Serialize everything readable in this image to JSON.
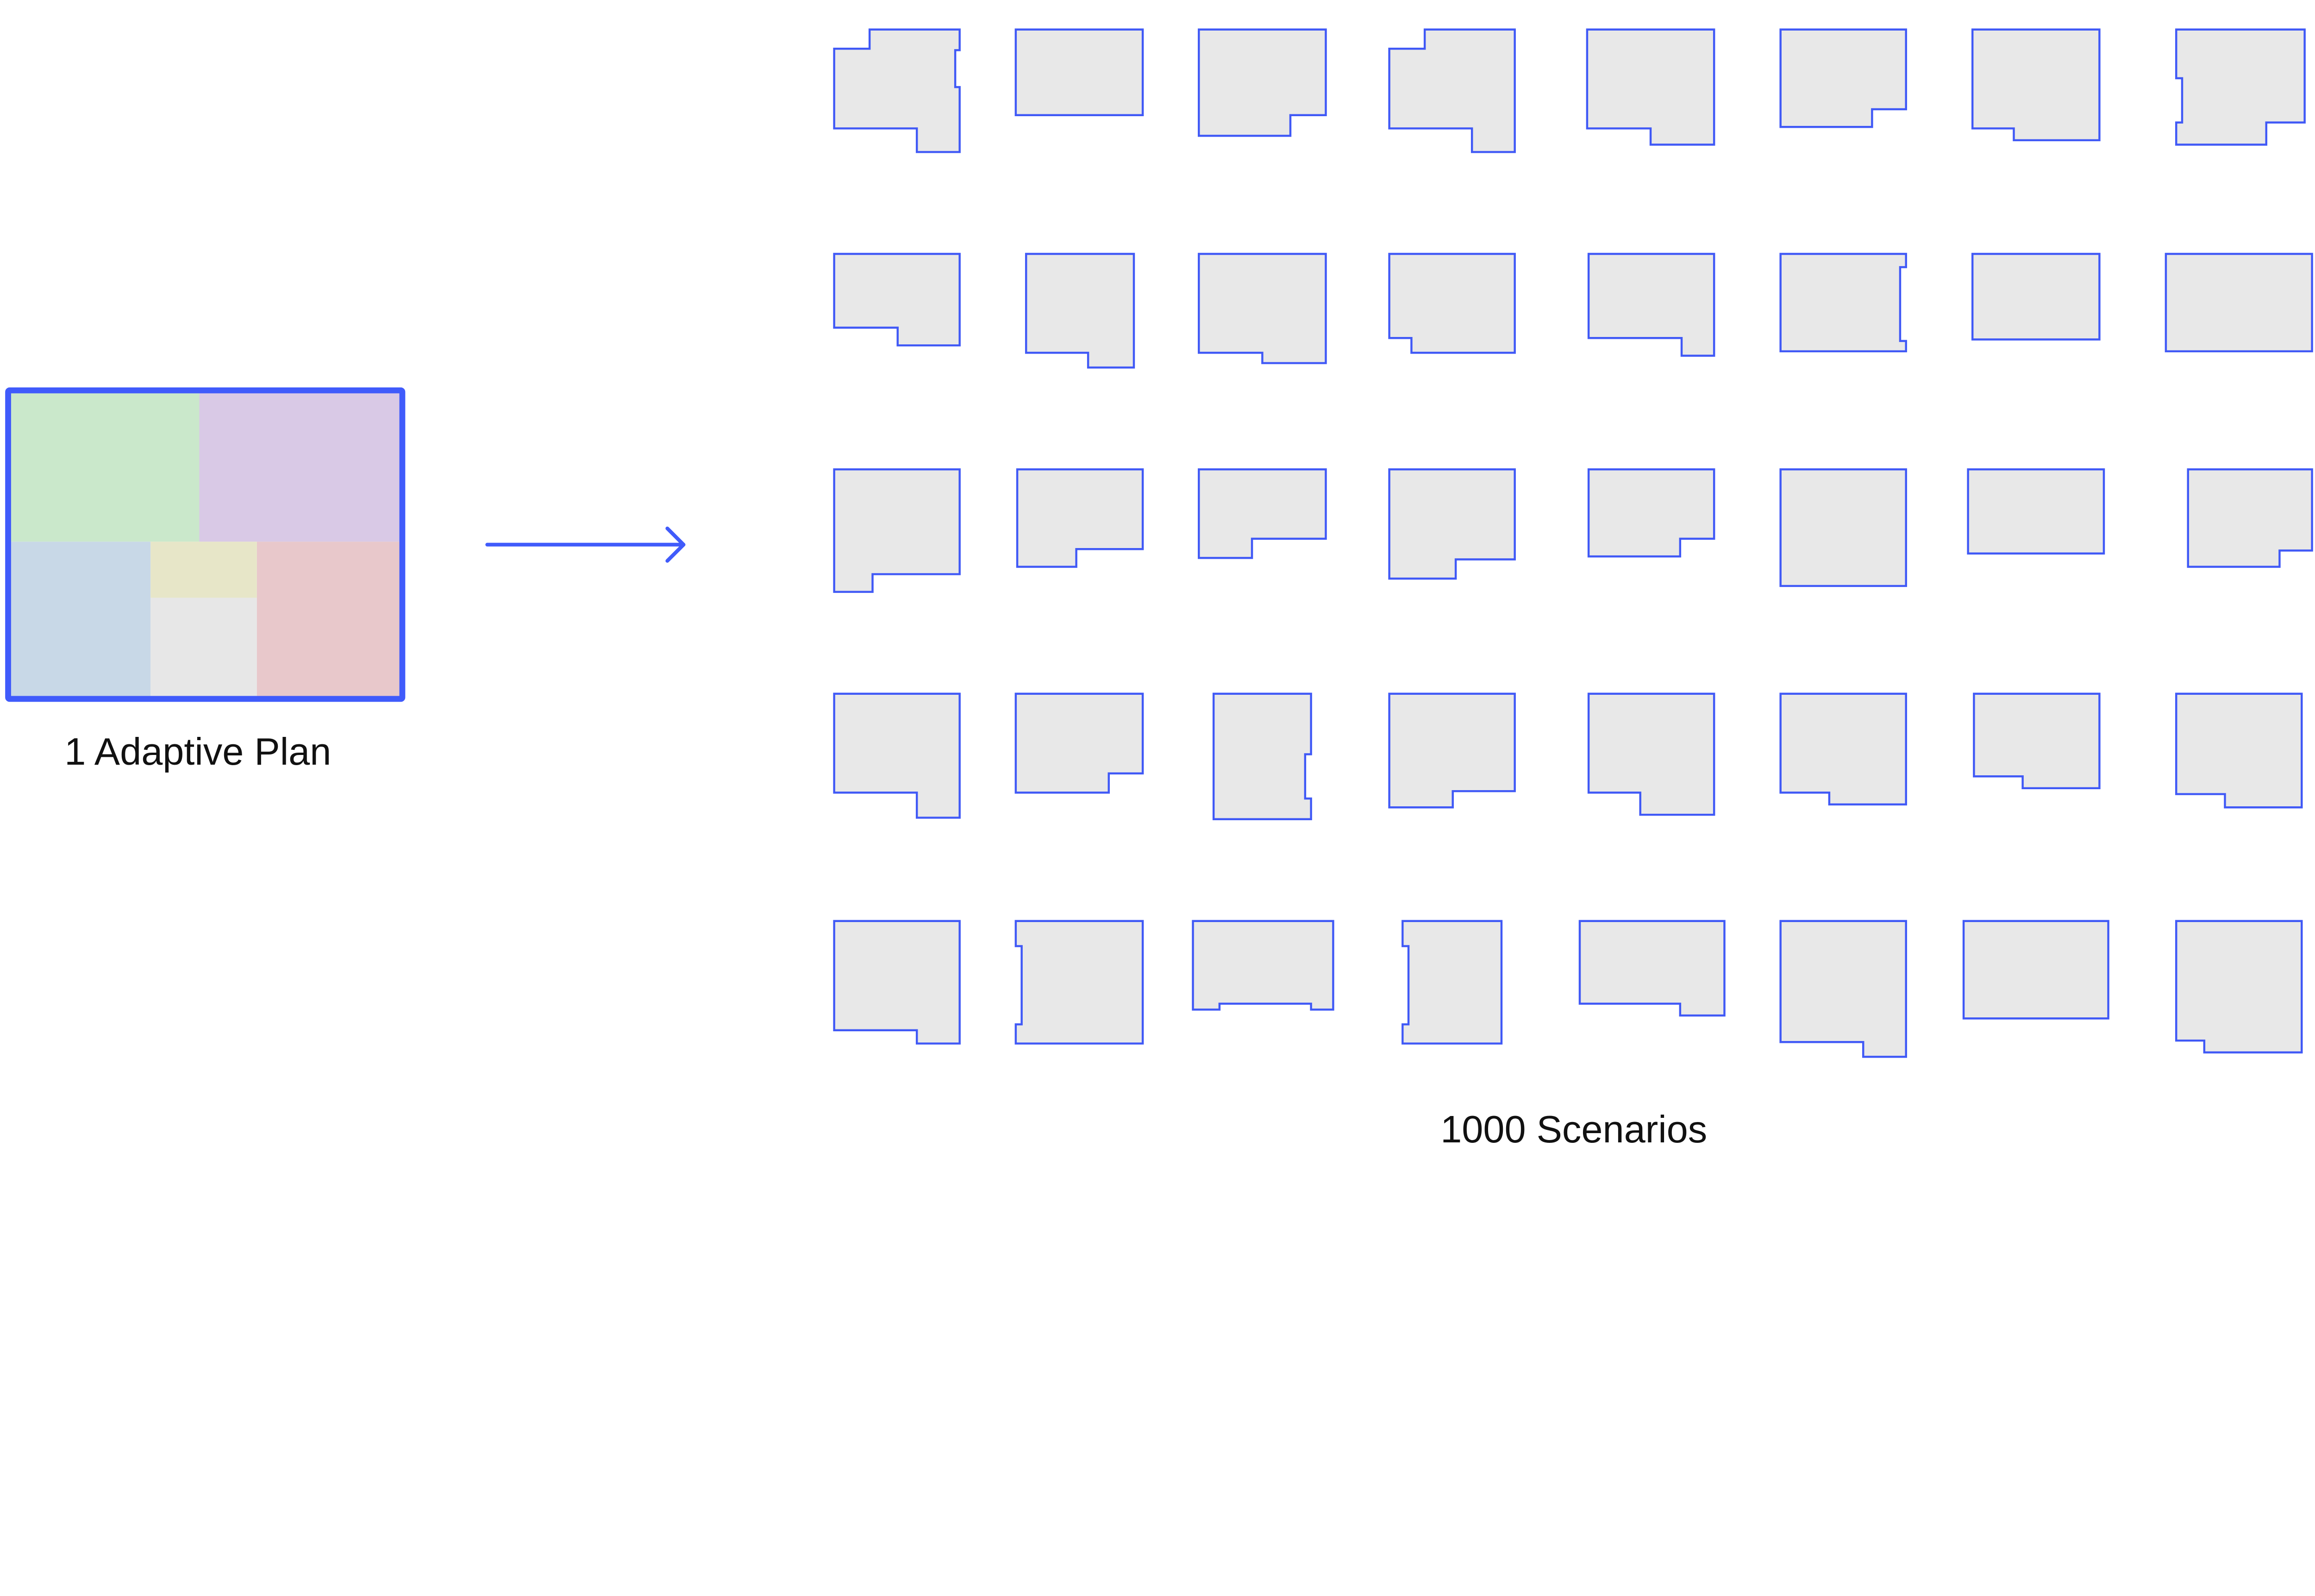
{
  "source": {
    "label": "1 Adaptive Plan"
  },
  "result": {
    "label": "1000 Scenarios",
    "shown_count": 40
  },
  "colors": {
    "accent": "#405BFB",
    "zone_green": "#CAE8CB",
    "zone_purple": "#D9C9E6",
    "zone_blue": "#C8D8E7",
    "zone_yellow": "#E7E6C8",
    "zone_grey": "#E7E7E7",
    "zone_pink": "#E8C8CB",
    "scenario_fill": "#E8E8E8"
  },
  "icons": {
    "arrow": "arrow-right-icon"
  }
}
